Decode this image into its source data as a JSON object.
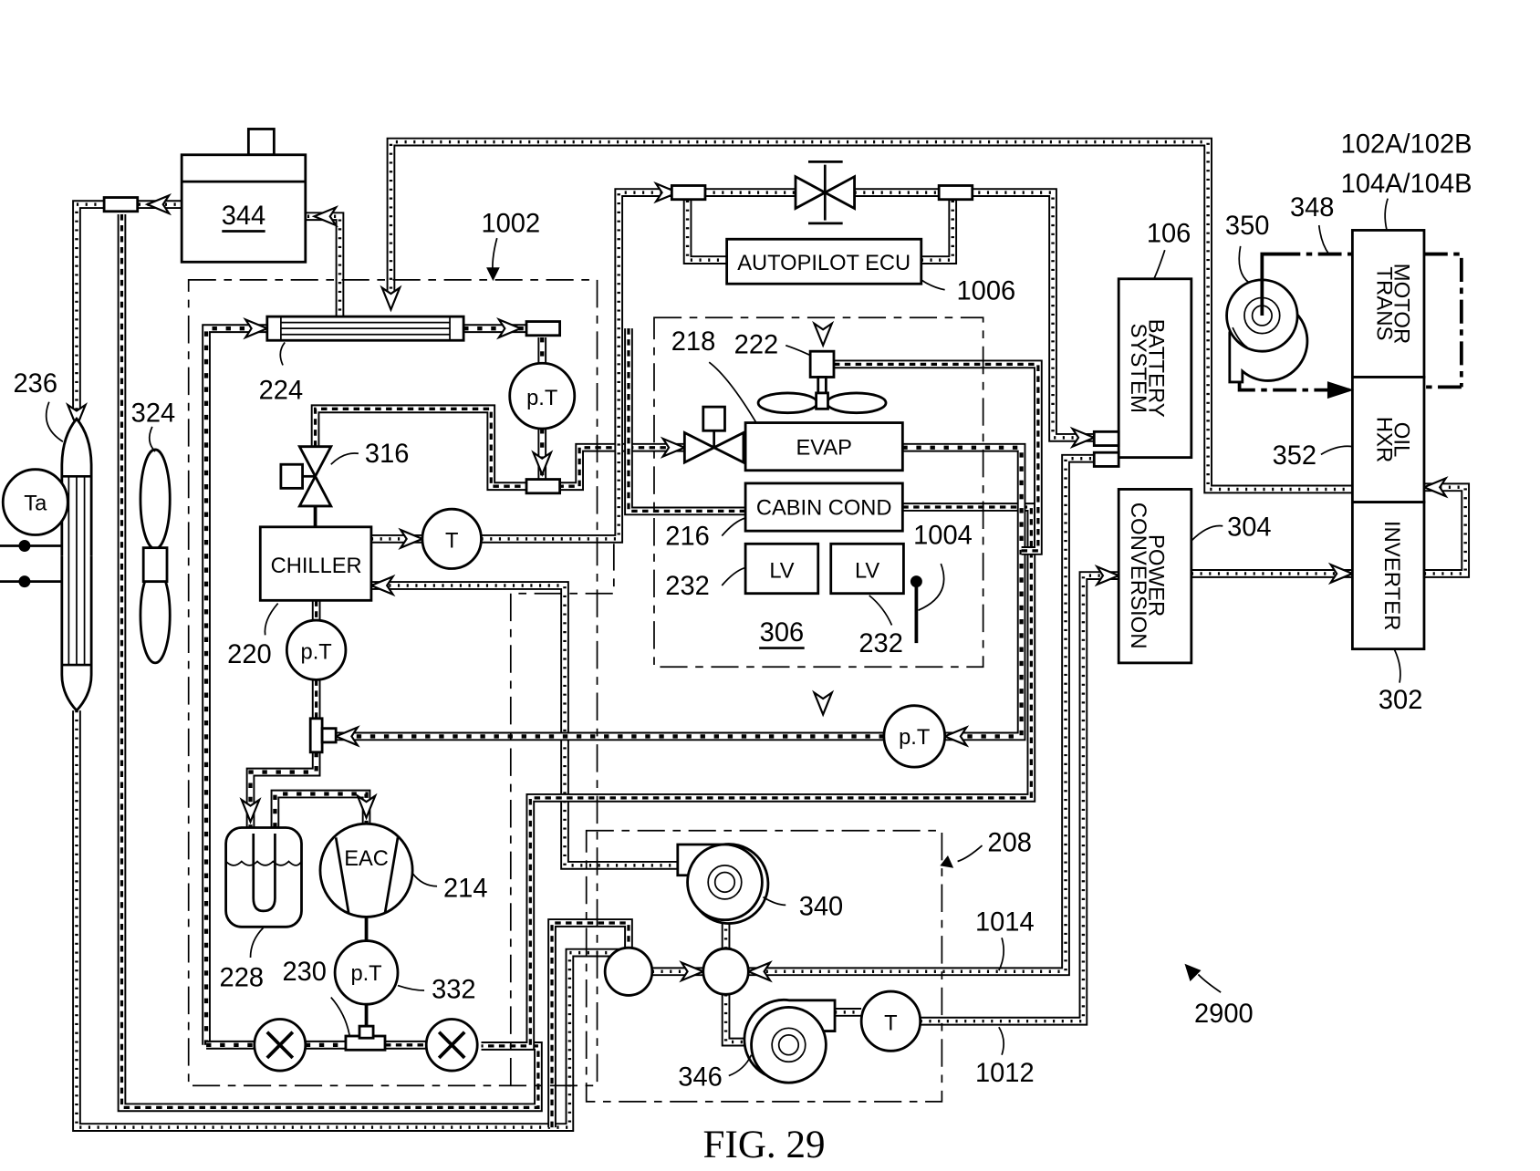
{
  "figure": {
    "caption": "FIG. 29",
    "system_ref": "2900"
  },
  "components": {
    "reservoir": {
      "ref": "344"
    },
    "subsystem_1002": {
      "ref": "1002"
    },
    "heat_exchanger_224": {
      "ref": "224"
    },
    "valve_316": {
      "ref": "316"
    },
    "chiller": {
      "label": "CHILLER",
      "ref": "220"
    },
    "sensor_T_chiller": {
      "label": "T"
    },
    "sensor_pT_top": {
      "label": "p.T"
    },
    "sensor_pT_chiller": {
      "label": "p.T"
    },
    "accumulator": {
      "ref": "228"
    },
    "compressor": {
      "label": "EAC",
      "ref": "214"
    },
    "sensor_pT_332": {
      "label": "p.T",
      "ref": "332"
    },
    "tee_230": {
      "ref": "230"
    },
    "radiator": {
      "ref": "236"
    },
    "ambient_sensor": {
      "label": "Ta"
    },
    "fan_324": {
      "ref": "324"
    },
    "autopilot_ecu": {
      "label": "AUTOPILOT ECU",
      "ref": "1006"
    },
    "hvac_module": {
      "ref": "306"
    },
    "evap": {
      "label": "EVAP",
      "ref_valve": "218",
      "ref_blower": "222"
    },
    "cabin_cond": {
      "label": "CABIN COND",
      "ref": "216"
    },
    "lv_left": {
      "label": "LV",
      "ref": "232"
    },
    "lv_right": {
      "label": "LV",
      "ref": "232"
    },
    "antenna": {
      "ref": "1004"
    },
    "sensor_pT_return": {
      "label": "p.T"
    },
    "battery_system": {
      "label_line1": "BATTERY",
      "label_line2": "SYSTEM",
      "ref": "106"
    },
    "power_conversion": {
      "label_line1": "POWER",
      "label_line2": "CONVERSION",
      "ref": "304"
    },
    "motor_trans": {
      "label_line1": "MOTOR",
      "label_line2": "TRANS",
      "ref_line1": "102A/102B",
      "ref_line2": "104A/104B"
    },
    "oil_hxr": {
      "label_line1": "OIL",
      "label_line2": "HXR",
      "ref": "352"
    },
    "inverter": {
      "label": "INVERTER",
      "ref": "302"
    },
    "oil_pump": {
      "ref": "350"
    },
    "oil_line": {
      "ref": "348"
    },
    "pump_module": {
      "ref": "208"
    },
    "pump_340": {
      "ref": "340"
    },
    "pump_346": {
      "ref": "346"
    },
    "sensor_T_pump": {
      "label": "T"
    },
    "line_1014": {
      "ref": "1014"
    },
    "line_1012": {
      "ref": "1012"
    }
  }
}
